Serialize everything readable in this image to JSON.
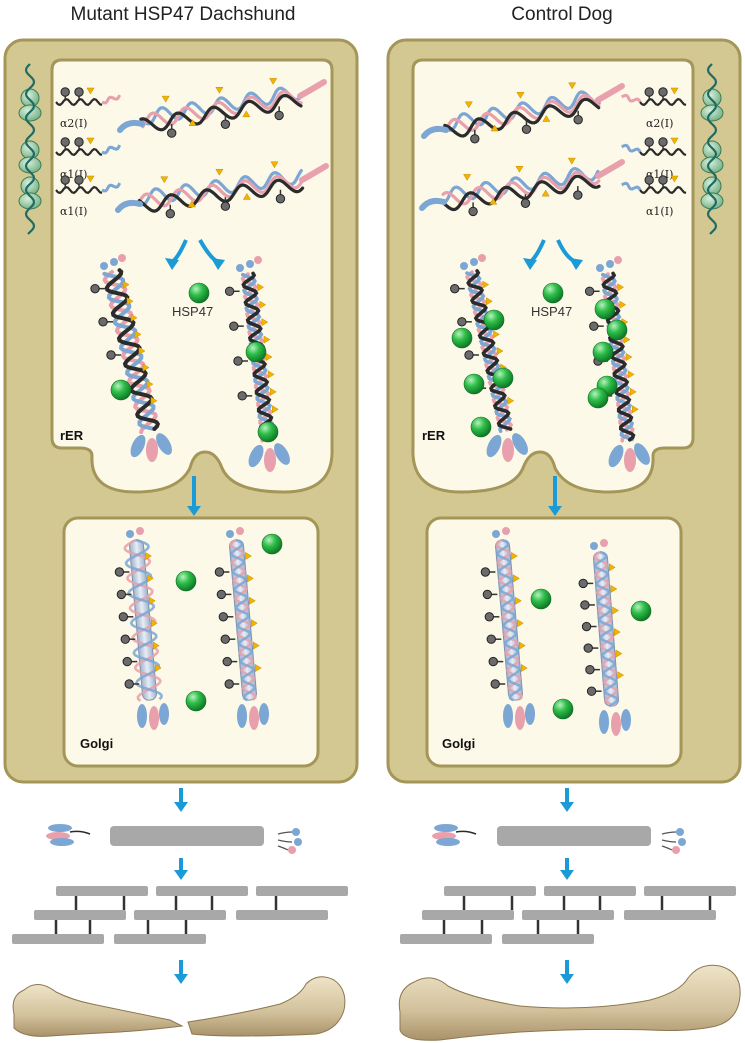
{
  "panels": {
    "left": {
      "title": "Mutant HSP47 Dachshund",
      "rer_label": "rER",
      "golgi_label": "Golgi",
      "hsp47_label": "HSP47",
      "chains": [
        "α2(I)",
        "α1(I)",
        "α1(I)"
      ]
    },
    "right": {
      "title": "Control Dog",
      "rer_label": "rER",
      "golgi_label": "Golgi",
      "hsp47_label": "HSP47",
      "chains": [
        "α2(I)",
        "α1(I)",
        "α1(I)"
      ]
    }
  },
  "colors": {
    "cell_fill": "#d4c892",
    "cell_stroke": "#a39658",
    "compartment_fill": "#fcf9e9",
    "arrow": "#1a9bd7",
    "pink": "#e7a0ac",
    "blue": "#7ca6d3",
    "black": "#2b2b2b",
    "triangle": "#f2b400",
    "hsp47_green": "#27b341",
    "fibril_gray": "#a8a8a8",
    "bone": "#d6c7a5",
    "ribosome": "#a9d1b2"
  },
  "icons": {
    "ribosome": "ribosome-icon",
    "hsp47": "hsp47-sphere-icon",
    "arrow": "down-arrow-icon",
    "bone": "bone-icon"
  }
}
